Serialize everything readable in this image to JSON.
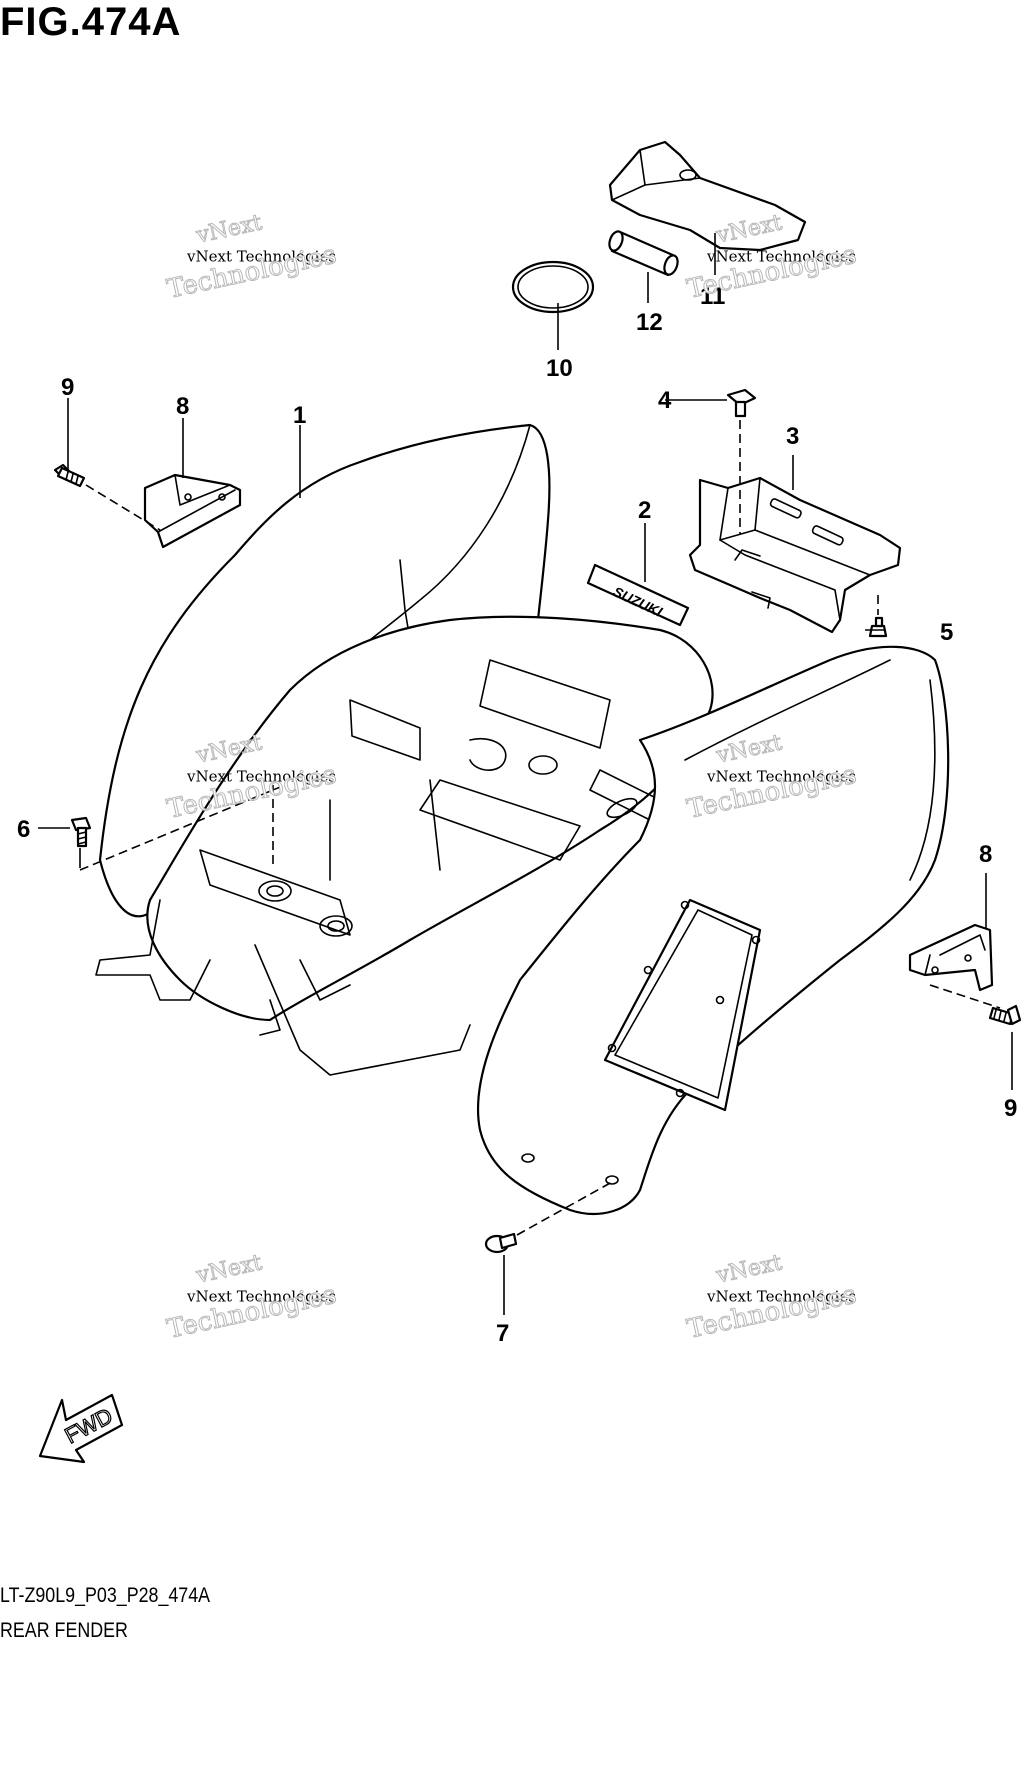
{
  "figure": {
    "title": "FIG.474A",
    "model_code": "LT-Z90L9_P03_P28_474A",
    "name": "REAR FENDER"
  },
  "callouts": [
    "1",
    "2",
    "3",
    "4",
    "5",
    "6",
    "7",
    "8",
    "8",
    "9",
    "9",
    "10",
    "11",
    "12"
  ],
  "watermark": {
    "line_small": "vNext Technologies",
    "line_big_1": "vNext",
    "line_big_2": "Technologies"
  },
  "decal_text": "SUZUKI",
  "direction_label": "FWD"
}
